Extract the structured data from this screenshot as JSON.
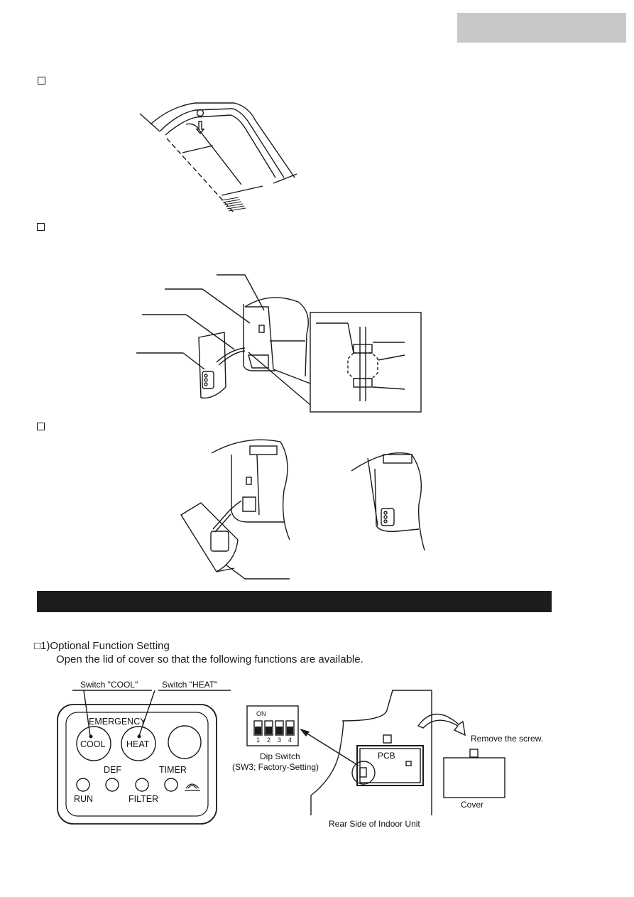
{
  "steps": {
    "step1_bullet": "□",
    "step2_bullet": "□",
    "step3_bullet": "□"
  },
  "section": {
    "heading": "□1)Optional Function Setting",
    "instruction": "Open the lid of cover so that the following functions are available."
  },
  "panel": {
    "switch_cool_label": "Switch \"COOL\"",
    "switch_heat_label": "Switch \"HEAT\"",
    "emergency": "EMERGENCY",
    "cool": "COOL",
    "heat": "HEAT",
    "def": "DEF",
    "timer": "TIMER",
    "run": "RUN",
    "filter": "FILTER"
  },
  "dip": {
    "on": "ON",
    "numbers": [
      "1",
      "2",
      "3",
      "4"
    ],
    "title": "Dip Switch",
    "subtitle": "(SW3; Factory-Setting)"
  },
  "unit": {
    "pcb": "PCB",
    "remove_screw": "Remove the screw.",
    "cover": "Cover",
    "rear_side": "Rear Side of Indoor Unit"
  }
}
